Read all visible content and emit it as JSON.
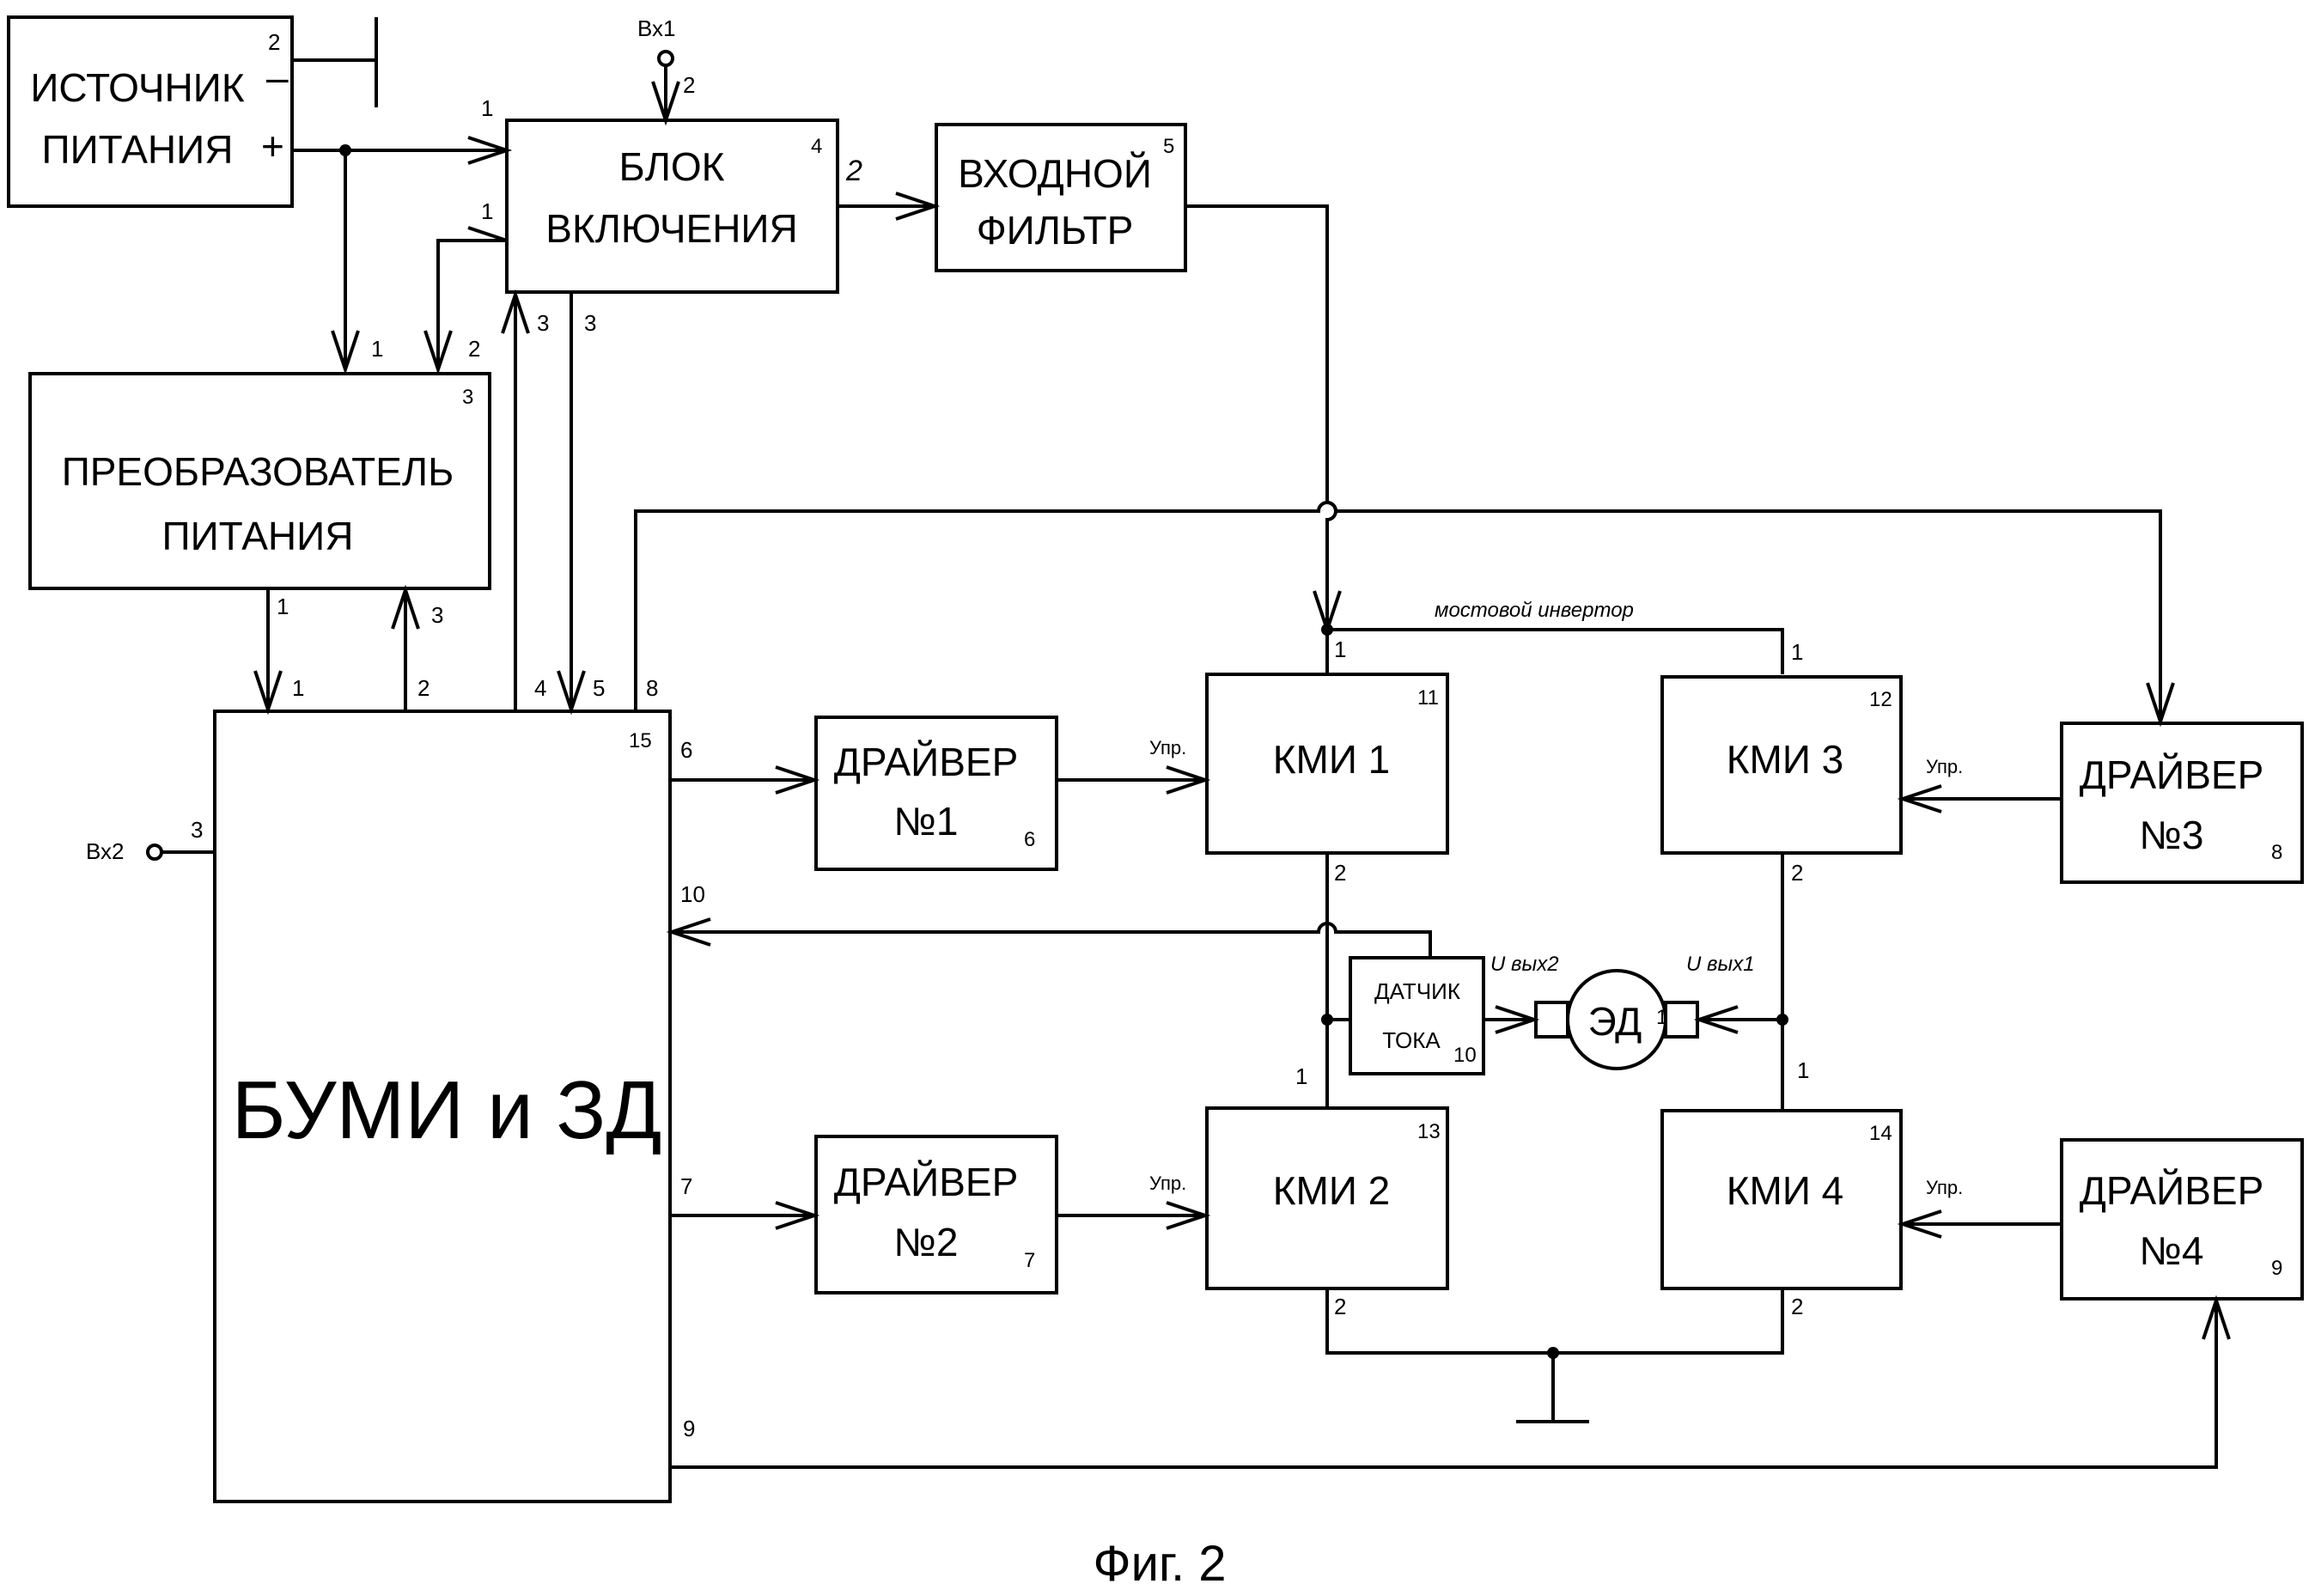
{
  "blocks": {
    "source": {
      "line1": "ИСТОЧНИК",
      "line2": "ПИТАНИЯ",
      "minus": "–",
      "plus": "+",
      "idx": "2"
    },
    "enable": {
      "line1": "БЛОК",
      "line2": "ВКЛЮЧЕНИЯ",
      "idx": "4"
    },
    "filter": {
      "line1": "ВХОДНОЙ",
      "line2": "ФИЛЬТР",
      "idx": "5"
    },
    "converter": {
      "line1": "ПРЕОБРАЗОВАТЕЛЬ",
      "line2": "ПИТАНИЯ",
      "idx": "3"
    },
    "bumi": {
      "label": "БУМИ и ЗД",
      "idx": "15"
    },
    "driver1": {
      "line1": "ДРАЙВЕР",
      "line2": "№1",
      "idx": "6"
    },
    "driver2": {
      "line1": "ДРАЙВЕР",
      "line2": "№2",
      "idx": "7"
    },
    "driver3": {
      "line1": "ДРАЙВЕР",
      "line2": "№3",
      "idx": "8"
    },
    "driver4": {
      "line1": "ДРАЙВЕР",
      "line2": "№4",
      "idx": "9"
    },
    "kmi1": {
      "label": "КМИ 1",
      "idx": "11"
    },
    "kmi2": {
      "label": "КМИ 2",
      "idx": "13"
    },
    "kmi3": {
      "label": "КМИ 3",
      "idx": "12"
    },
    "kmi4": {
      "label": "КМИ 4",
      "idx": "14"
    },
    "sensor": {
      "line1": "ДАТЧИК",
      "line2": "ТОКА",
      "idx": "10"
    },
    "motor": {
      "label": "ЭД",
      "idx": "1"
    }
  },
  "terminals": {
    "in1": "Вх1",
    "in2": "Вх2"
  },
  "labels": {
    "bridge": "мостовой инвертор",
    "upr": "Упр.",
    "uout1": "U вых1",
    "uout2": "U вых2"
  },
  "pins": {
    "p1": "1",
    "p2": "2",
    "p3": "3",
    "p4": "4",
    "p5": "5",
    "p6": "6",
    "p7": "7",
    "p8": "8",
    "p9": "9",
    "p10": "10"
  },
  "caption": "Фиг. 2"
}
